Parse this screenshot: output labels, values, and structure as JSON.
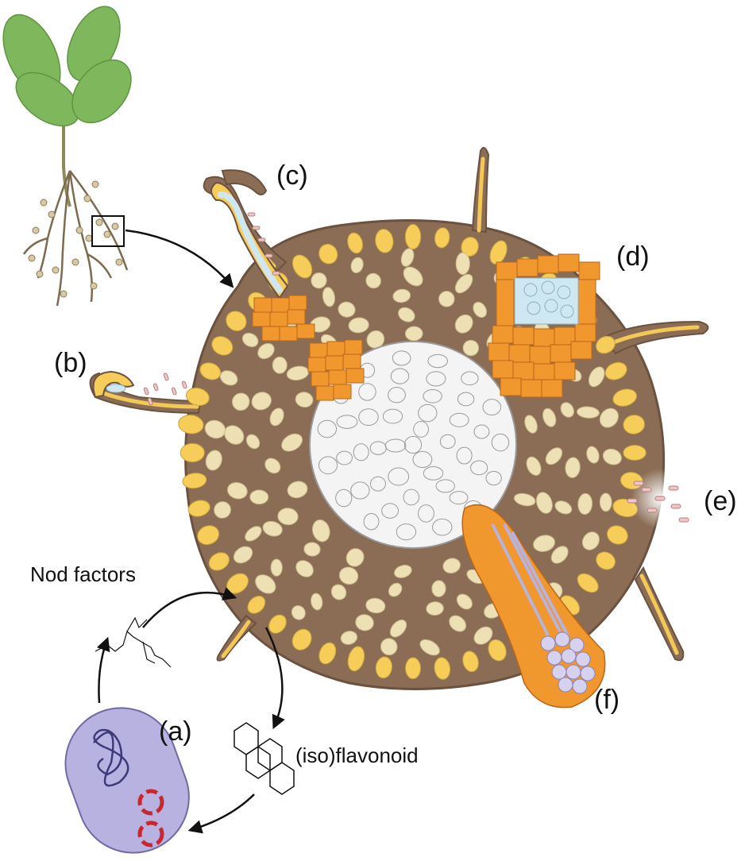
{
  "labels": {
    "a": "(a)",
    "b": "(b)",
    "c": "(c)",
    "d": "(d)",
    "e": "(e)",
    "f": "(f)",
    "nod_factors": "Nod factors",
    "isoflavonoid": "(iso)flavonoid"
  },
  "colors": {
    "root_tissue": "#8b6d55",
    "root_outline": "#6b5240",
    "cortex_cell": "#ede0b4",
    "epidermis_cell": "#f7cd5a",
    "stele": "#f4f4f4",
    "stele_cell_line": "#9a9a9a",
    "nodule_primordium": "#f0972e",
    "infection_thread": "#cfe7f1",
    "bacteria": "#f2c4c4",
    "bacterium_body": "#b7b2e0",
    "plasmid": "#c8282d",
    "leaf": "#7fb75c"
  }
}
